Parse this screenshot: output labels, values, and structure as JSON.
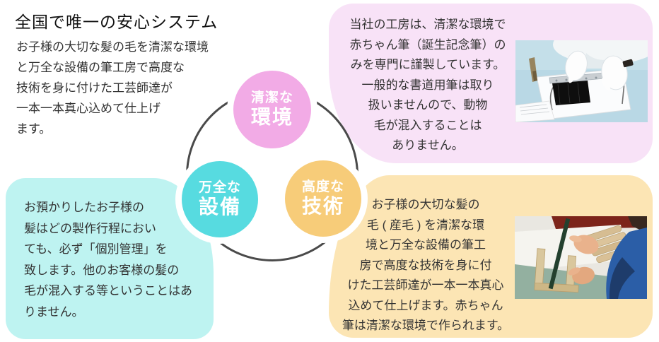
{
  "page": {
    "background": "#ffffff"
  },
  "intro": {
    "title": "全国で唯一の安心システム",
    "body": "お子様の大切な髪の毛を清潔な環境\nと万全な設備の筆工房で高度な\n技術を身に付けた工芸師達が\n一本一本真心込めて仕上げ\nます。"
  },
  "diagram": {
    "ring_color": "#4a4a4a",
    "circles": [
      {
        "name": "clean-environment",
        "line1": "清潔な",
        "line2": "環境",
        "color": "#f2abe6"
      },
      {
        "name": "perfect-equipment",
        "line1": "万全な",
        "line2": "設備",
        "color": "#57dbe0"
      },
      {
        "name": "advanced-technique",
        "line1": "高度な",
        "line2": "技術",
        "color": "#f7cc79"
      }
    ]
  },
  "boxes": {
    "workshop": {
      "background": "#f8e2f7",
      "text": "当社の工房は、清潔な環境で\n赤ちゃん筆（誕生記念筆）の\nみを専門に謹製しています。\n一般的な書道用筆は取り\n扱いませんので、動物\n毛が混入することは\nありません。",
      "photo": "white-gloved-hands-inspecting-hair-photo"
    },
    "management": {
      "background": "#bef3f1",
      "text": "お預かりしたお子様の\n髪はどの製作行程におい\nても、必ず「個別管理」を\n致します。他のお客様の髪の\n毛が混入する等ということはあ\nりません。"
    },
    "craftsman": {
      "background": "#fce5b4",
      "text": "お子様の大切な髪の\n毛 ( 産毛 ) を清潔な環\n境と万全な設備の筆工\n房で高度な技術を身に付\nけた工芸師達が一本一本真心\n込めて仕上げます。赤ちゃん\n筆は清潔な環境で作られます。",
      "photo": "craftsman-assembling-brush-photo"
    }
  }
}
